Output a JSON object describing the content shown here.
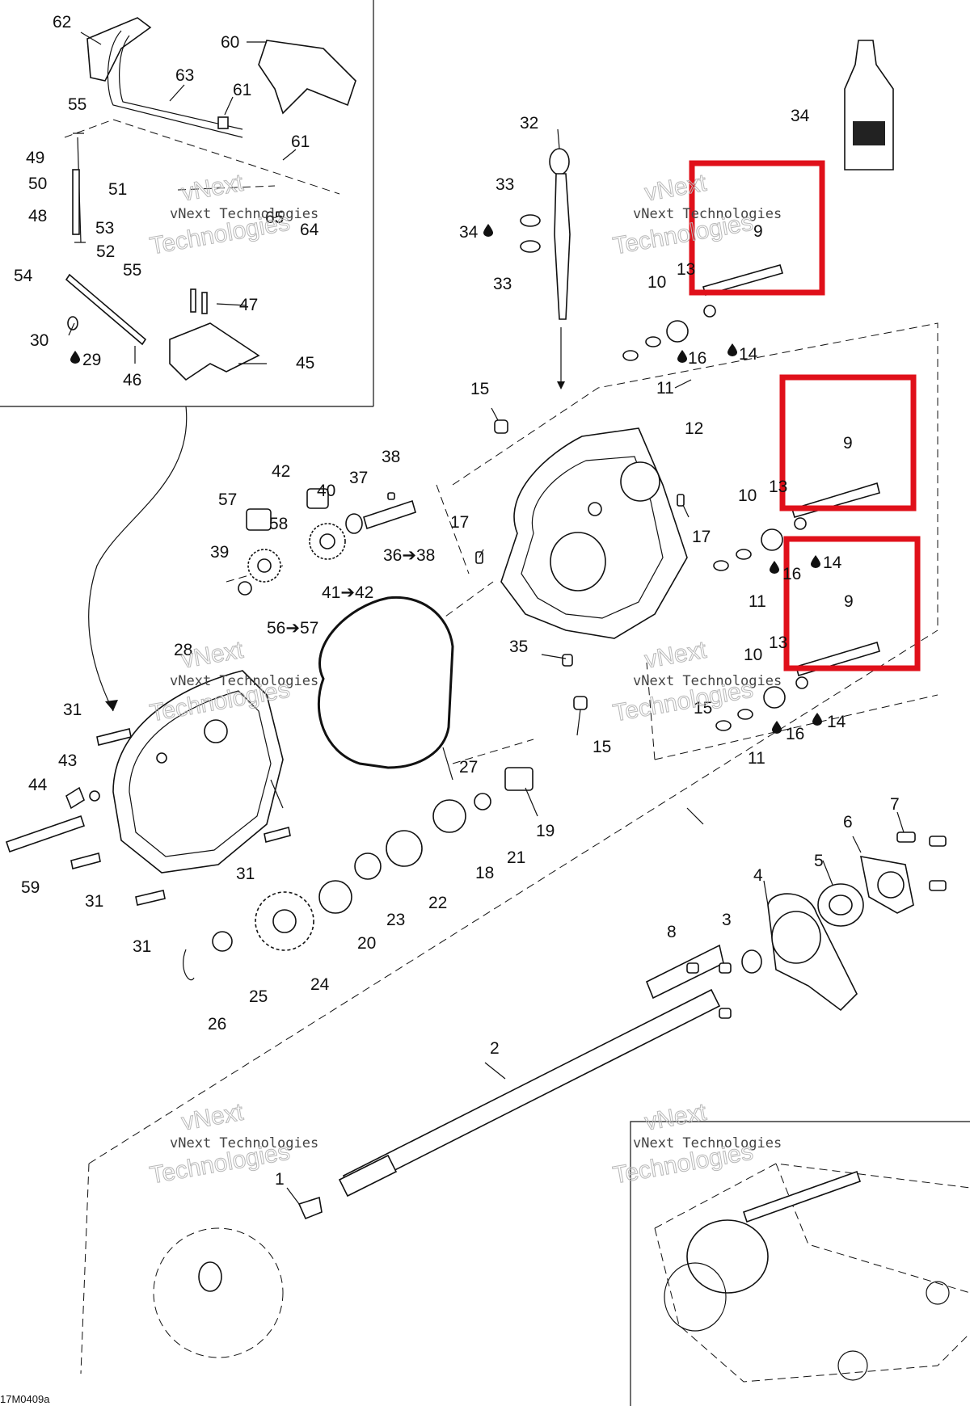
{
  "labels": {
    "l1": "1",
    "l2": "2",
    "l3": "3",
    "l4": "4",
    "l5": "5",
    "l6": "6",
    "l7": "7",
    "l8": "8",
    "l9a": "9",
    "l9b": "9",
    "l9c": "9",
    "l10a": "10",
    "l10b": "10",
    "l10c": "10",
    "l11a": "11",
    "l11b": "11",
    "l11c": "11",
    "l12": "12",
    "l13a": "13",
    "l13b": "13",
    "l13c": "13",
    "l14a": "14",
    "l14b": "14",
    "l14c": "14",
    "l15a": "15",
    "l15b": "15",
    "l15c": "15",
    "l16a": "16",
    "l16b": "16",
    "l16c": "16",
    "l17a": "17",
    "l17b": "17",
    "l18": "18",
    "l19": "19",
    "l20": "20",
    "l21": "21",
    "l22": "22",
    "l23": "23",
    "l24": "24",
    "l25": "25",
    "l26": "26",
    "l27": "27",
    "l28": "28",
    "l29": "29",
    "l30": "30",
    "l31a": "31",
    "l31b": "31",
    "l31c": "31",
    "l31d": "31",
    "l32": "32",
    "l33a": "33",
    "l33b": "33",
    "l34a": "34",
    "l34b": "34",
    "l35": "35",
    "l36": "36➔38",
    "l37": "37",
    "l38": "38",
    "l39": "39",
    "l40": "40",
    "l41": "41➔42",
    "l42": "42",
    "l43": "43",
    "l44": "44",
    "l45": "45",
    "l46": "46",
    "l47": "47",
    "l48": "48",
    "l49": "49",
    "l50": "50",
    "l51": "51",
    "l52": "52",
    "l53": "53",
    "l54": "54",
    "l55a": "55",
    "l55b": "55",
    "l56": "56➔57",
    "l57": "57",
    "l58": "58",
    "l59": "59",
    "l60": "60",
    "l61a": "61",
    "l61b": "61",
    "l62": "62",
    "l63": "63",
    "l64": "64",
    "l65": "65"
  },
  "watermark": {
    "line1": "vNext Technologies",
    "line2": "vNext",
    "line3": "Technologies"
  },
  "figure_id": "17M0409a",
  "colors": {
    "highlight": "#e0101a",
    "line": "#111111",
    "watermark": "#b8b8b8"
  },
  "icons": {
    "lubricant_drop": "drop-icon",
    "oil_bottle": "bottle-icon"
  }
}
